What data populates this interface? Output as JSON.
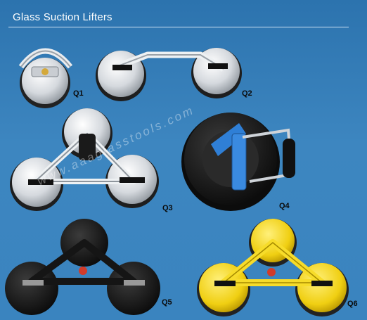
{
  "header": {
    "title": "Glass Suction Lifters"
  },
  "products": [
    {
      "label": "Q1"
    },
    {
      "label": "Q2"
    },
    {
      "label": "Q3"
    },
    {
      "label": "Q4"
    },
    {
      "label": "Q5"
    },
    {
      "label": "Q6"
    }
  ],
  "watermark": "www.aaaglasstools.com",
  "colors": {
    "background": "#3a84bf",
    "chrome": "#d9dde2",
    "black_pad": "#1a1a1a",
    "yellow": "#f2d21b",
    "blue_handle": "#2f7fd6"
  }
}
